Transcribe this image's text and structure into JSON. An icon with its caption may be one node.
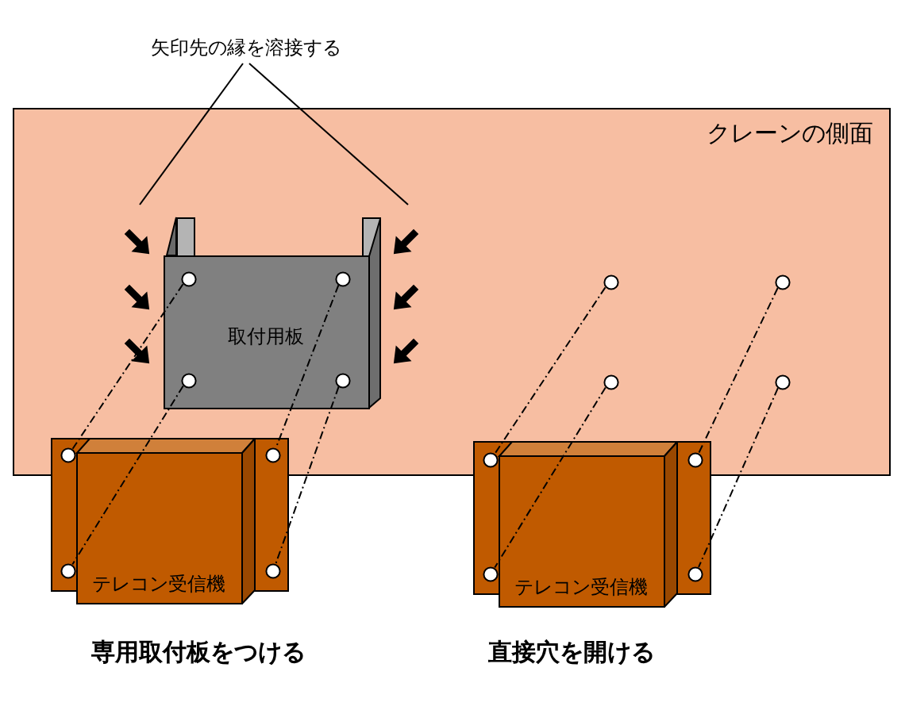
{
  "diagram": {
    "nodes": [
      {
        "text": [
          "矢印先の縁を溶接する"
        ]
      },
      {
        "text": [
          "クレーンの側面"
        ]
      },
      {
        "text": [
          "取付用板"
        ],
        "in": 1
      },
      {
        "text": [],
        "shape": "circle",
        "in": 2
      },
      {
        "text": [],
        "shape": "circle",
        "in": 2
      },
      {
        "text": [],
        "shape": "circle",
        "in": 2
      },
      {
        "text": [],
        "shape": "circle",
        "in": 2
      },
      {
        "text": [],
        "shape": "circle",
        "in": 1
      },
      {
        "text": [],
        "shape": "circle",
        "in": 1
      },
      {
        "text": [],
        "shape": "circle",
        "in": 1
      },
      {
        "text": [],
        "shape": "circle",
        "in": 1
      },
      {
        "text": [
          "テレコン受信機"
        ]
      },
      {
        "text": [],
        "shape": "circle"
      },
      {
        "text": [],
        "shape": "circle"
      },
      {
        "text": [],
        "shape": "circle",
        "in": 11
      },
      {
        "text": [],
        "shape": "circle",
        "in": 11
      },
      {
        "text": [
          "テレコン受信機"
        ]
      },
      {
        "text": [],
        "shape": "circle"
      },
      {
        "text": [],
        "shape": "circle"
      },
      {
        "text": [],
        "shape": "circle",
        "in": 16
      },
      {
        "text": [],
        "shape": "circle",
        "in": 16
      }
    ],
    "labels": [
      "専用取付板をつける",
      "直接穴を開ける"
    ],
    "edges": [
      {
        "from": 0,
        "to": null,
        "arrow": "none"
      },
      {
        "from": 0,
        "to": null,
        "arrow": "none"
      },
      {
        "from": 3,
        "to": 12,
        "arrow": "none",
        "style": "dashed"
      },
      {
        "from": 4,
        "to": 13,
        "arrow": "none",
        "style": "dashed"
      },
      {
        "from": 5,
        "to": 14,
        "arrow": "none",
        "style": "dashed"
      },
      {
        "from": 6,
        "to": 15,
        "arrow": "none",
        "style": "dashed"
      },
      {
        "from": 7,
        "to": 17,
        "arrow": "none",
        "style": "dashed"
      },
      {
        "from": 8,
        "to": 18,
        "arrow": "none",
        "style": "dashed"
      },
      {
        "from": 9,
        "to": 19,
        "arrow": "none",
        "style": "dashed"
      },
      {
        "from": 10,
        "to": 20,
        "arrow": "none",
        "style": "dashed"
      }
    ]
  }
}
